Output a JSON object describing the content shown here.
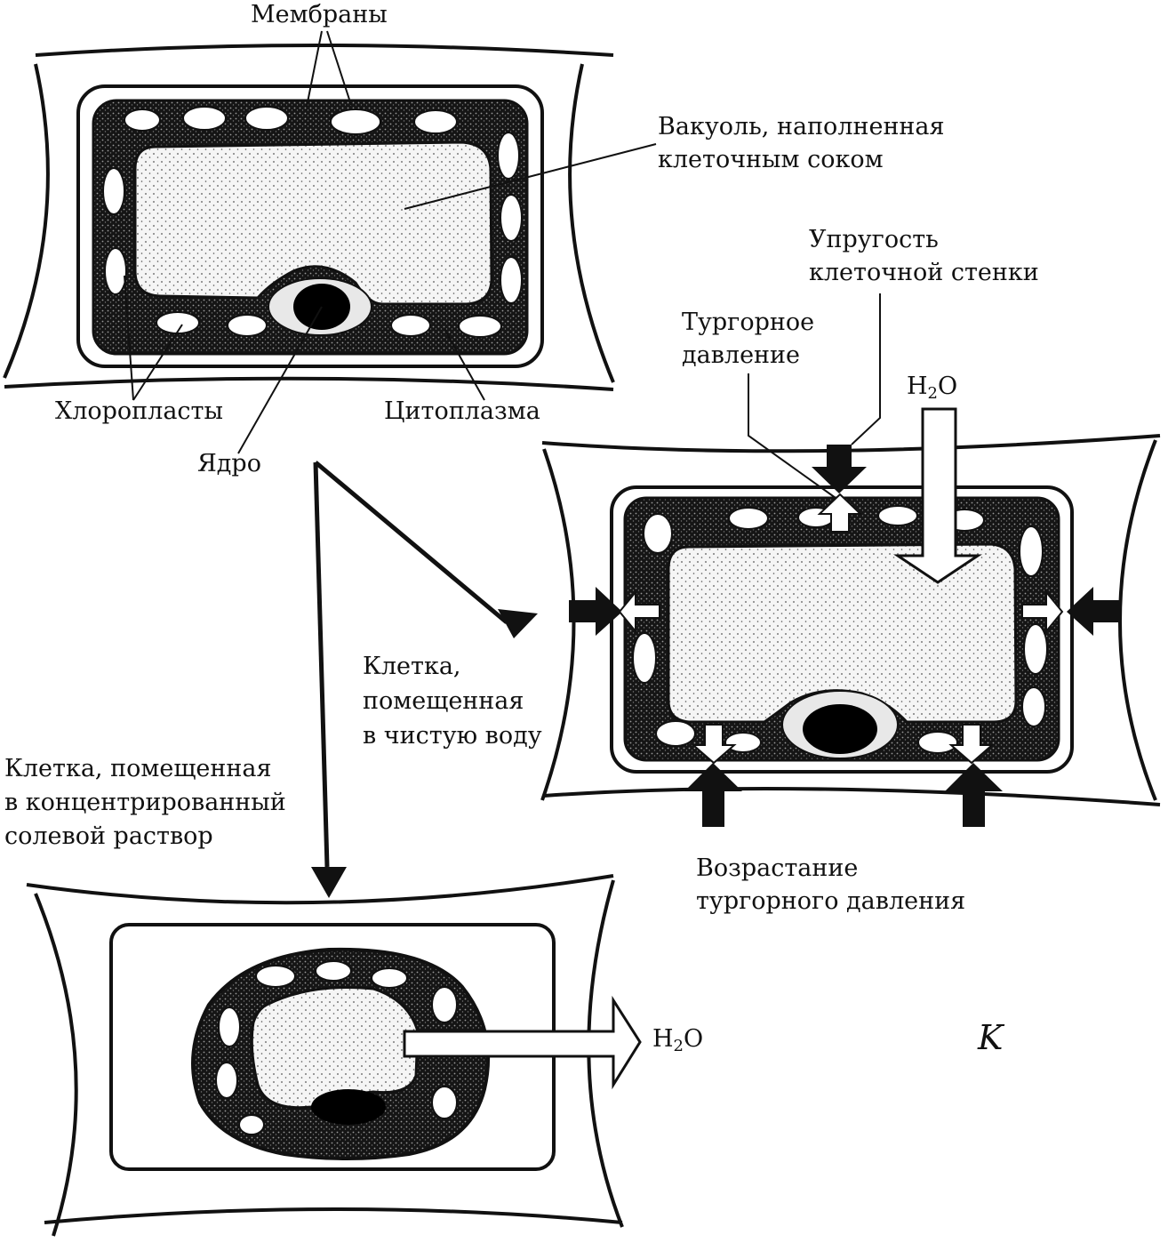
{
  "labels": {
    "membranes": "Мембраны",
    "vacuole_line1": "Вакуоль, наполненная",
    "vacuole_line2": "клеточным соком",
    "chloroplasts": "Хлоропласты",
    "cytoplasm": "Цитоплазма",
    "nucleus": "Ядро",
    "elasticity_line1": "Упругость",
    "elasticity_line2": "клеточной стенки",
    "turgor_line1": "Тургорное",
    "turgor_line2": "давление",
    "water_h": "H",
    "water_sub": "2",
    "water_o": "O",
    "pure_water_line1": "Клетка,",
    "pure_water_line2": "помещенная",
    "pure_water_line3": "в чистую воду",
    "salt_line1": "Клетка, помещенная",
    "salt_line2": "в концентрированный",
    "salt_line3": "солевой раствор",
    "increase_line1": "Возрастание",
    "increase_line2": "тургорного давления",
    "water_out_h": "H",
    "water_out_sub": "2",
    "water_out_o": "O",
    "mark": "K"
  },
  "colors": {
    "ink": "#111111",
    "stipple": "#f6f6f6",
    "paper": "#ffffff"
  }
}
